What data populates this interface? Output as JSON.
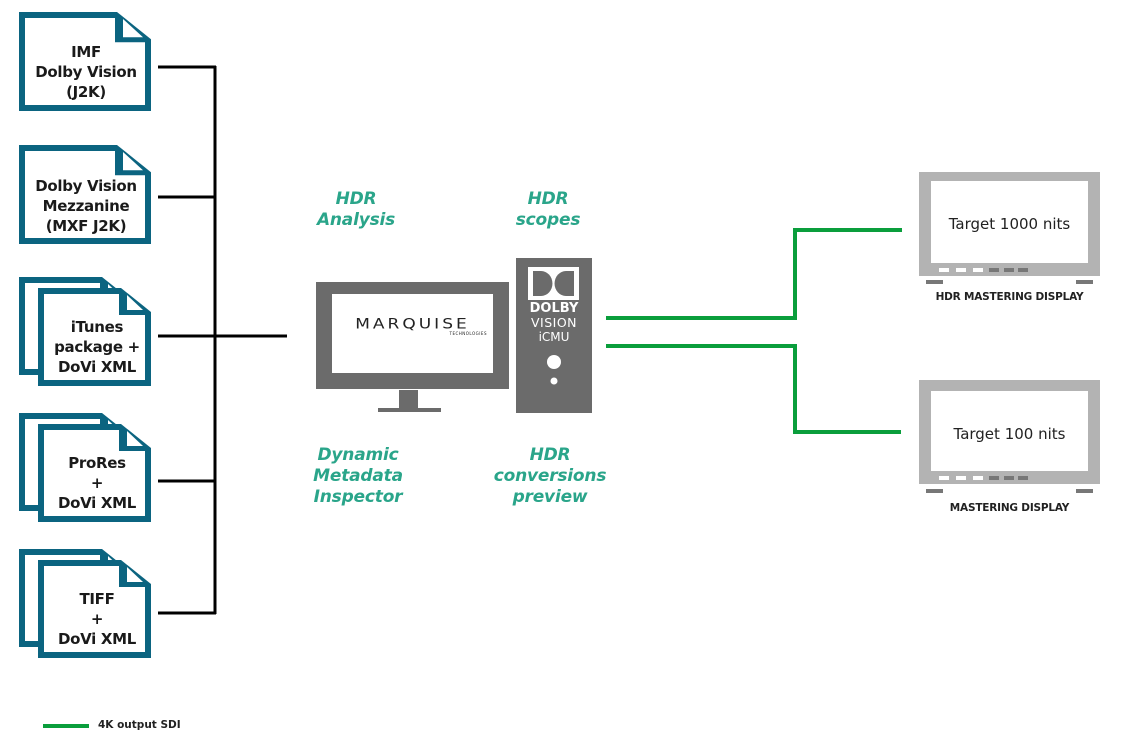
{
  "colors": {
    "doc_frame": "#0b6480",
    "bus_line": "#000000",
    "sdi_line": "#0a9e3c",
    "feature_text": "#2aa58a",
    "device_gray": "#6b6b6b",
    "display_gray": "#b3b3b3"
  },
  "inputs": [
    {
      "label": "IMF\nDolby Vision\n(J2K)",
      "lines": [
        "IMF",
        "Dolby Vision",
        "(J2K)"
      ],
      "icon": "document-icon"
    },
    {
      "label": "Dolby Vision Mezzanine (MXF J2K)",
      "lines": [
        "Dolby Vision",
        "Mezzanine",
        "(MXF J2K)"
      ],
      "icon": "document-icon"
    },
    {
      "label": "iTunes package + DoVi XML",
      "lines": [
        "iTunes",
        "package +",
        "DoVi XML"
      ],
      "icon": "documents-stack-icon"
    },
    {
      "label": "ProRes + DoVi XML",
      "lines": [
        "ProRes",
        "+",
        "DoVi XML"
      ],
      "icon": "documents-stack-icon"
    },
    {
      "label": "TIFF + DoVi XML",
      "lines": [
        "TIFF",
        "+",
        "DoVi XML"
      ],
      "icon": "documents-stack-icon"
    }
  ],
  "features": {
    "top_left": [
      "HDR",
      "Analysis"
    ],
    "top_right": [
      "HDR",
      "scopes"
    ],
    "bottom_left": [
      "Dynamic",
      "Metadata",
      "Inspector"
    ],
    "bottom_right": [
      "HDR",
      "conversions",
      "preview"
    ]
  },
  "workstation": {
    "screen_logo": "MARQUISE",
    "screen_logo_sub": "TECHNOLOGIES",
    "tower_brand_line1": "DOLBY",
    "tower_brand_line2": "VISION",
    "tower_brand_line3": "iCMU"
  },
  "displays": [
    {
      "screen_text": "Target 1000 nits",
      "caption": "HDR MASTERING DISPLAY"
    },
    {
      "screen_text": "Target 100 nits",
      "caption": "MASTERING DISPLAY"
    }
  ],
  "legend": {
    "label": "4K output SDI"
  }
}
